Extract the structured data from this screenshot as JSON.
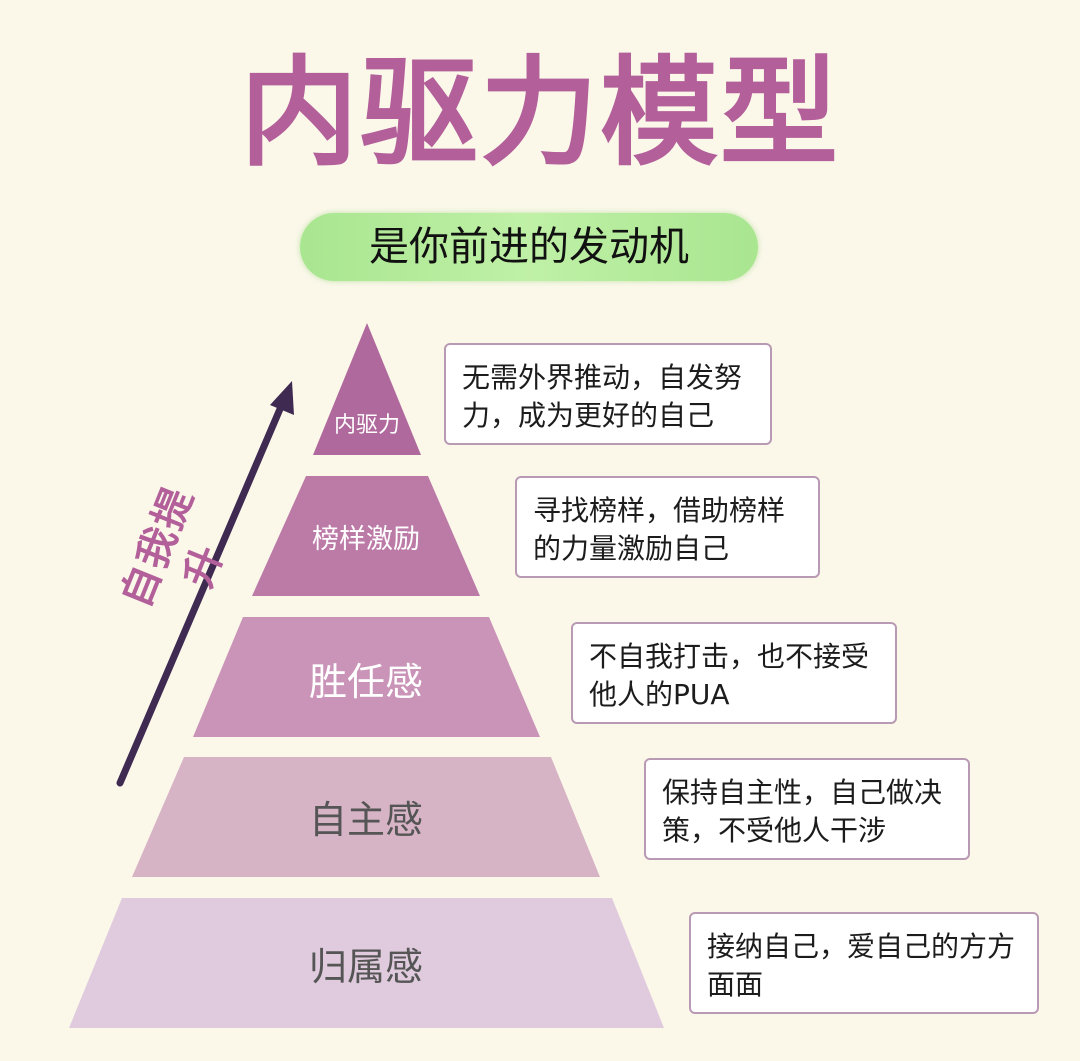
{
  "title": "内驱力模型",
  "subtitle": "是你前进的发动机",
  "arrow_label": "自我提升",
  "levels": [
    {
      "label": "内驱力",
      "description": "无需外界推动，自发努力，成为更好的自己",
      "color": "#b0699c"
    },
    {
      "label": "榜样激励",
      "description": "寻找榜样，借助榜样的力量激励自己",
      "color": "#bc7aa7"
    },
    {
      "label": "胜任感",
      "description": "不自我打击，也不接受他人的PUA",
      "color": "#c994b7"
    },
    {
      "label": "自主感",
      "description": "保持自主性，自己做决策，不受他人干涉",
      "color": "#d7b4c5"
    },
    {
      "label": "归属感",
      "description": "接纳自己，爱自己的方方面面",
      "color": "#dfcbdd"
    }
  ],
  "colors": {
    "title": "#b35f9a",
    "subtitle_bg": "#b6ec9c",
    "arrow": "#3f2b52",
    "box_border": "#b99ab4",
    "background": "#fbf8ea"
  }
}
